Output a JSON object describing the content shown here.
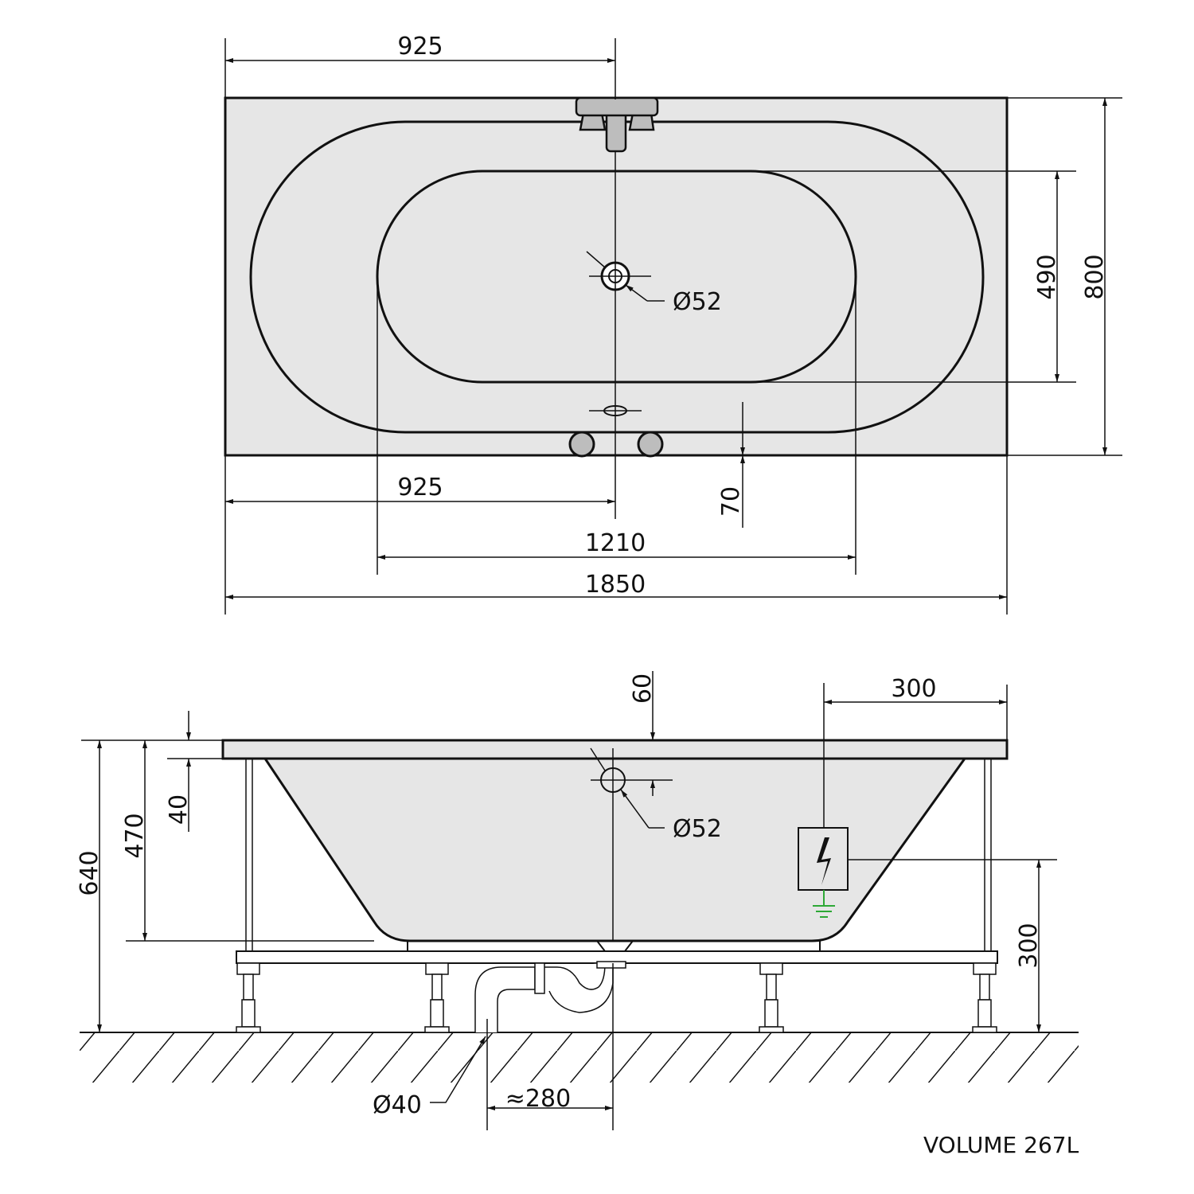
{
  "top_view": {
    "dim_half_length_top": "925",
    "dim_half_length_bottom": "925",
    "dim_inner_length": "1210",
    "dim_total_length": "1850",
    "dim_width": "800",
    "dim_inner_width": "490",
    "dim_overflow_offset": "70",
    "dim_drain_diameter": "Ø52"
  },
  "side_view": {
    "dim_total_height": "640",
    "dim_depth": "470",
    "dim_rim": "40",
    "dim_overflow_from_top": "60",
    "dim_overflow_diameter": "Ø52",
    "dim_socket_from_end": "300",
    "dim_socket_height": "300",
    "dim_waste_diameter": "Ø40",
    "dim_waste_distance": "≈280"
  },
  "volume_label": "VOLUME 267L",
  "colors": {
    "fill": "#e6e6e6",
    "fitting": "#bdbdbd",
    "ground": "#2ea836"
  }
}
